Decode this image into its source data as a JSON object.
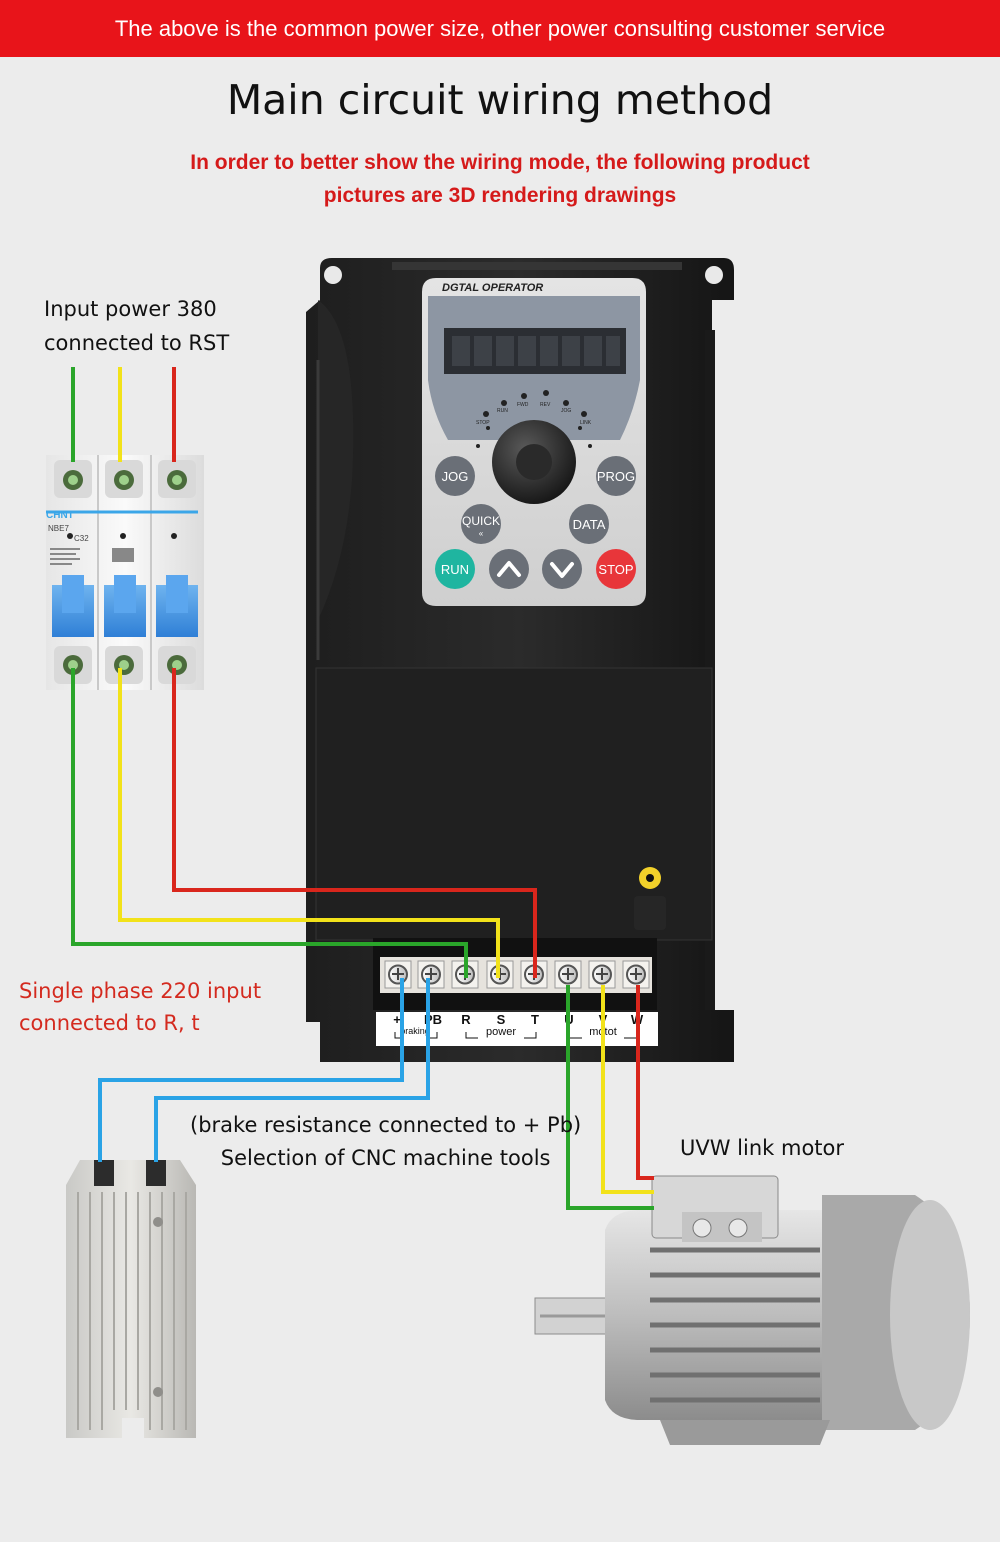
{
  "banner": {
    "text": "The above is the common power size, other power consulting customer service"
  },
  "title": "Main circuit wiring method",
  "subtitle": {
    "line1": "In order to better show the wiring mode, the following product",
    "line2": "pictures are 3D rendering drawings"
  },
  "labels": {
    "input380_line1": "Input power 380",
    "input380_line2": "connected to RST",
    "single_phase_line1": "Single phase 220 input",
    "single_phase_line2": "connected to R, t",
    "brake_line1": "(brake resistance connected to + Pb)",
    "brake_line2": "Selection of CNC machine tools",
    "uvw": "UVW link motor"
  },
  "breaker": {
    "brand": "CHNT",
    "model": "NBE7",
    "rating": "C32"
  },
  "inverter": {
    "panel_title": "DGTAL OPERATOR",
    "indicators": [
      "FWD",
      "REV",
      "RUN",
      "JOG",
      "STOP",
      "LINK"
    ],
    "buttons": {
      "jog": "JOG",
      "prog": "PROG",
      "quick": "QUICK",
      "data": "DATA",
      "run": "RUN",
      "stop": "STOP"
    },
    "terminals": [
      "+",
      "PB",
      "R",
      "S",
      "T",
      "U",
      "V",
      "W"
    ],
    "group_labels": {
      "braking": "braking",
      "power": "power",
      "motor": "motot"
    }
  },
  "colors": {
    "banner": "#e8141a",
    "subtitle": "#d51a1a",
    "wire_green": "#2aa52a",
    "wire_yellow": "#f2e21a",
    "wire_red": "#d9261c",
    "wire_blue": "#2aa3e6",
    "run_button": "#1fb5a0",
    "stop_button": "#e8363a"
  },
  "icons": [
    "up-arrow-icon",
    "down-arrow-icon",
    "knob-icon"
  ]
}
